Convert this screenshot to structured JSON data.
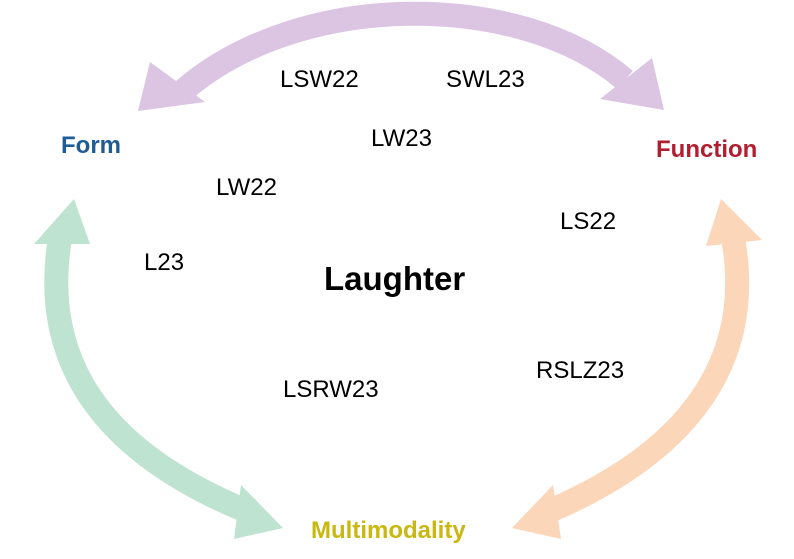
{
  "center": {
    "label": "Laughter"
  },
  "corners": {
    "form": {
      "label": "Form",
      "color": "#1f5c96"
    },
    "function": {
      "label": "Function",
      "color": "#b01e2f"
    },
    "multimodality": {
      "label": "Multimodality",
      "color": "#c9b80f"
    }
  },
  "arrows": {
    "form_function": {
      "color": "#dcc4e3"
    },
    "form_multimodality": {
      "color": "#bfe3d1"
    },
    "function_multimodality": {
      "color": "#fbd6b8"
    }
  },
  "references": [
    {
      "id": "ref-lsw22",
      "label": "LSW22"
    },
    {
      "id": "ref-swl23",
      "label": "SWL23"
    },
    {
      "id": "ref-lw23",
      "label": "LW23"
    },
    {
      "id": "ref-lw22",
      "label": "LW22"
    },
    {
      "id": "ref-ls22",
      "label": "LS22"
    },
    {
      "id": "ref-l23",
      "label": "L23"
    },
    {
      "id": "ref-rslz23",
      "label": "RSLZ23"
    },
    {
      "id": "ref-lsrw23",
      "label": "LSRW23"
    }
  ]
}
